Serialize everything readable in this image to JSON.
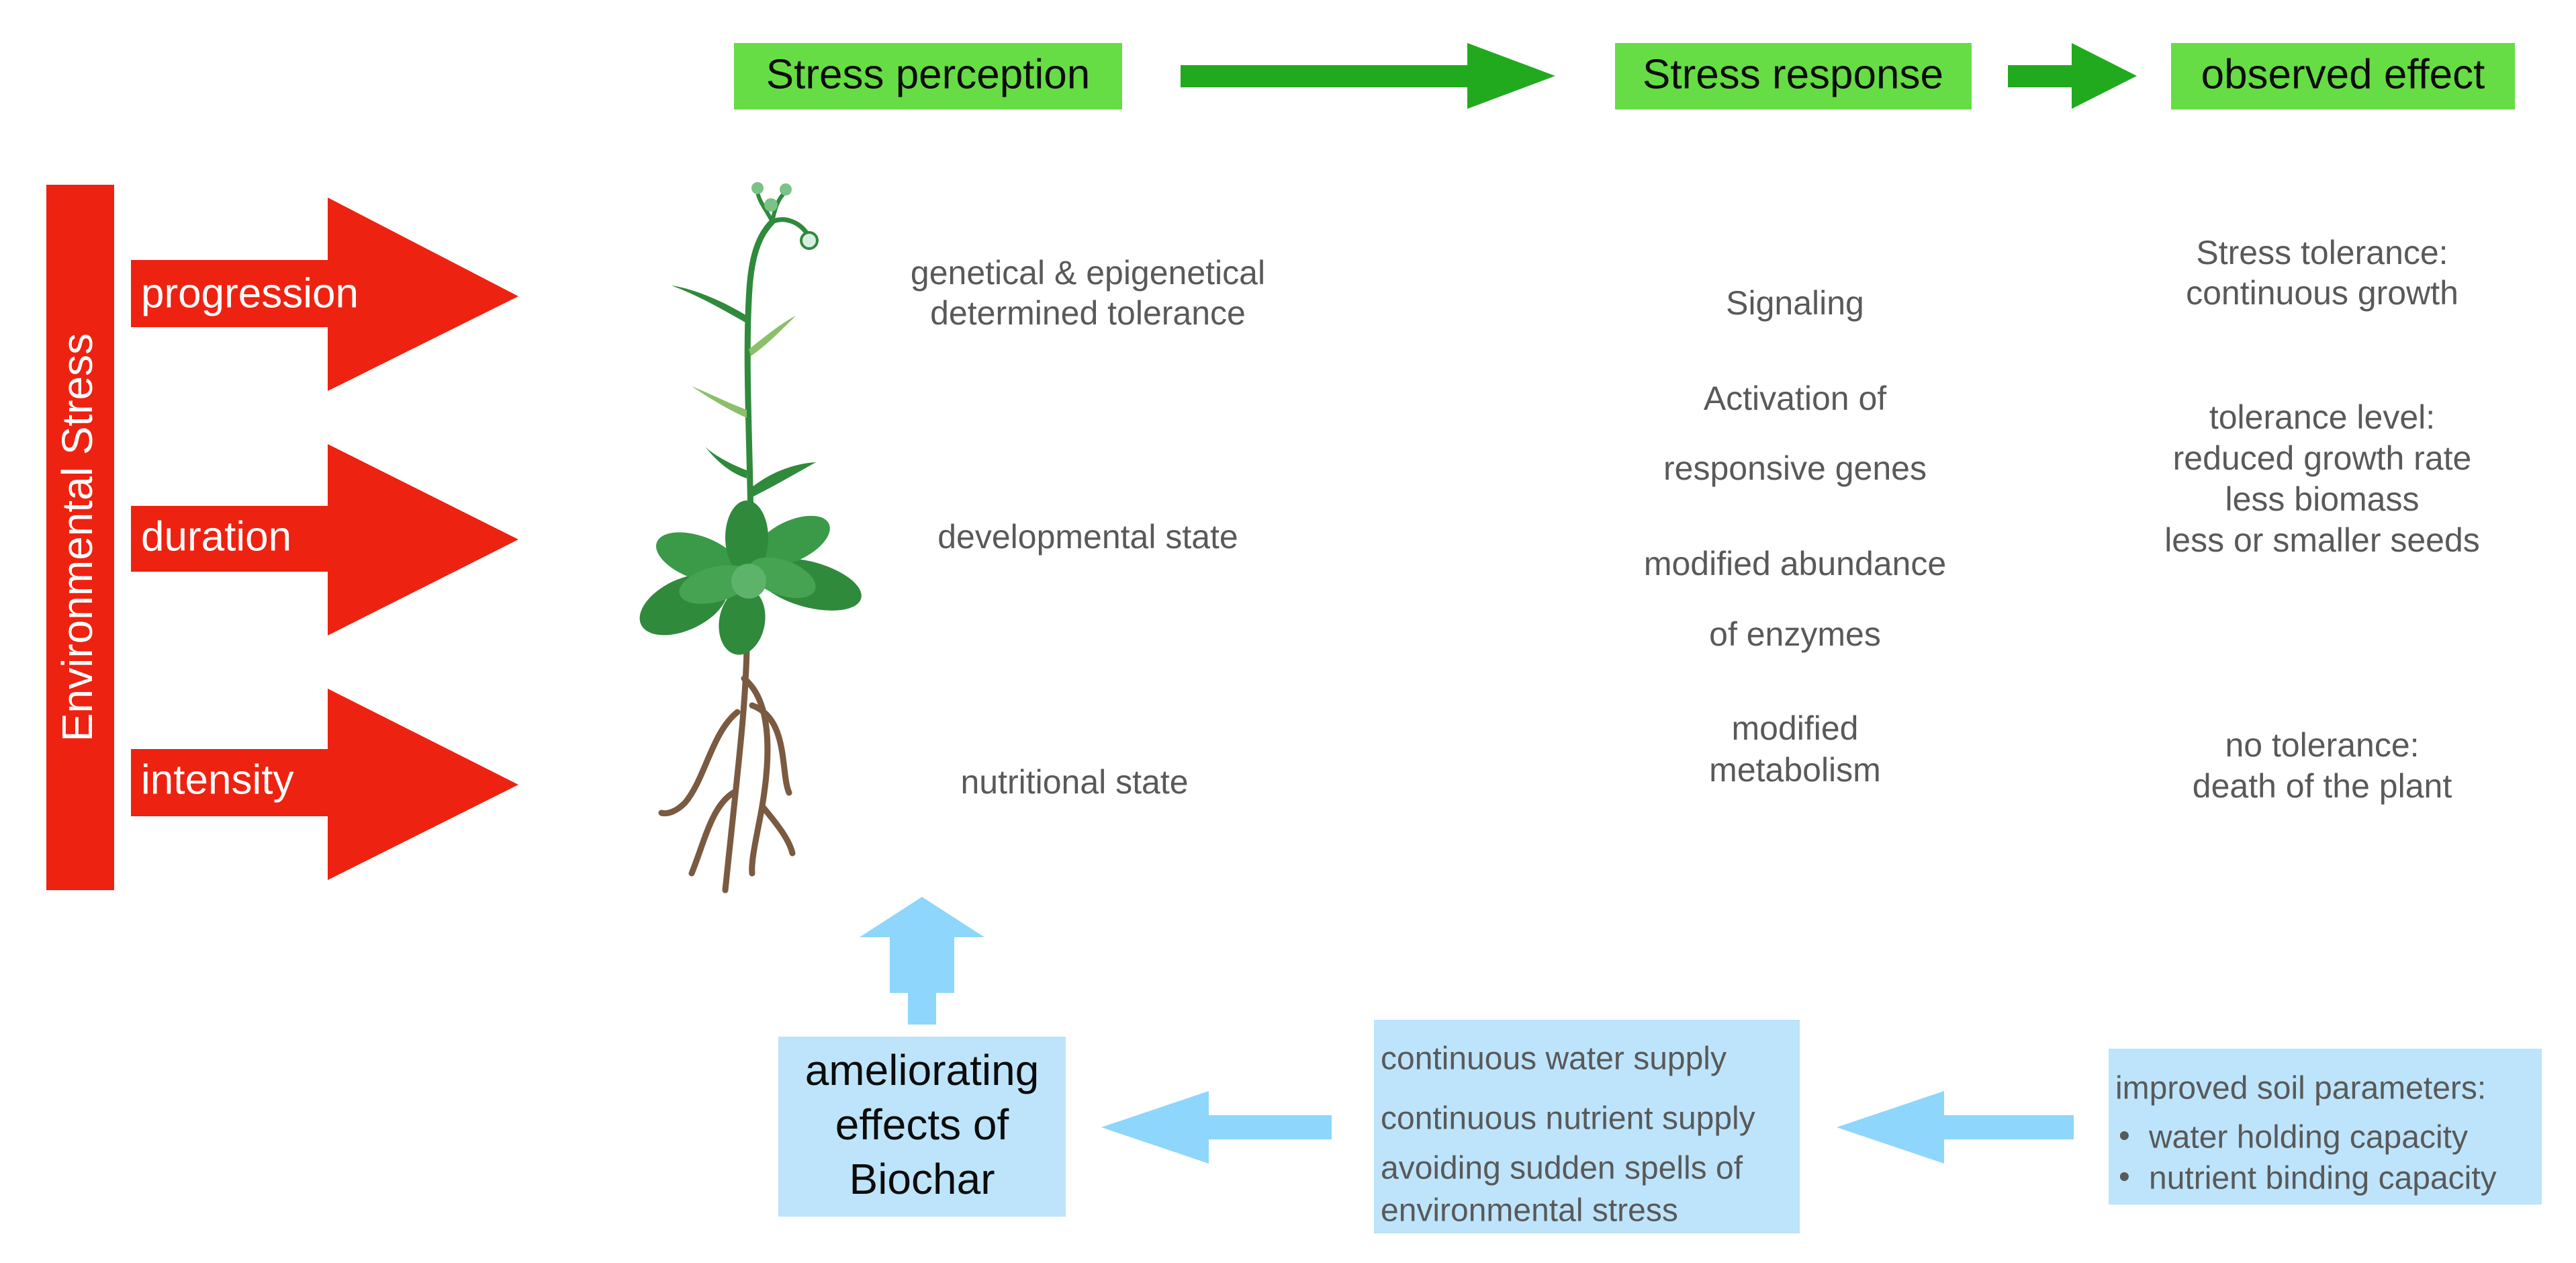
{
  "header": {
    "stress_perception": "Stress perception",
    "stress_response": "Stress response",
    "observed_effect": "observed effect"
  },
  "environmental_stress": {
    "title": "Environmental Stress",
    "factors": [
      "progression",
      "duration",
      "intensity"
    ]
  },
  "perception": {
    "tolerance_line1": "genetical & epigenetical",
    "tolerance_line2": "determined tolerance",
    "developmental": "developmental state",
    "nutritional": "nutritional state"
  },
  "response": {
    "signaling": "Signaling",
    "activation_line1": "Activation of",
    "activation_line2": "responsive genes",
    "enzymes_line1": "modified abundance",
    "enzymes_line2": "of enzymes",
    "metabolism_line1": "modified",
    "metabolism_line2": "metabolism"
  },
  "effects": {
    "tolerance_line1": "Stress tolerance:",
    "tolerance_line2": "continuous growth",
    "level_line1": "tolerance level:",
    "level_line2": "reduced growth rate",
    "level_line3": "less biomass",
    "level_line4": "less or smaller seeds",
    "none_line1": "no tolerance:",
    "none_line2": "death of the plant"
  },
  "biochar": {
    "line1": "ameliorating",
    "line2": "effects of",
    "line3": "Biochar"
  },
  "supply": {
    "water": "continuous water supply",
    "nutrient": "continuous nutrient supply",
    "avoid_line1": "avoiding sudden spells of",
    "avoid_line2": "environmental stress"
  },
  "soil": {
    "title": "improved soil parameters:",
    "items": [
      "water holding capacity",
      "nutrient binding capacity"
    ],
    "bullet": "•"
  },
  "colors": {
    "green_box": "#66dd44",
    "green_arrow": "#22aa1e",
    "red": "#ee2211",
    "light_blue_box": "#bde4fb",
    "light_blue_arrow": "#8ed6fb",
    "text_gray": "#595959",
    "plant_leaf": "#2f8a3c",
    "plant_root": "#7a5a40"
  }
}
